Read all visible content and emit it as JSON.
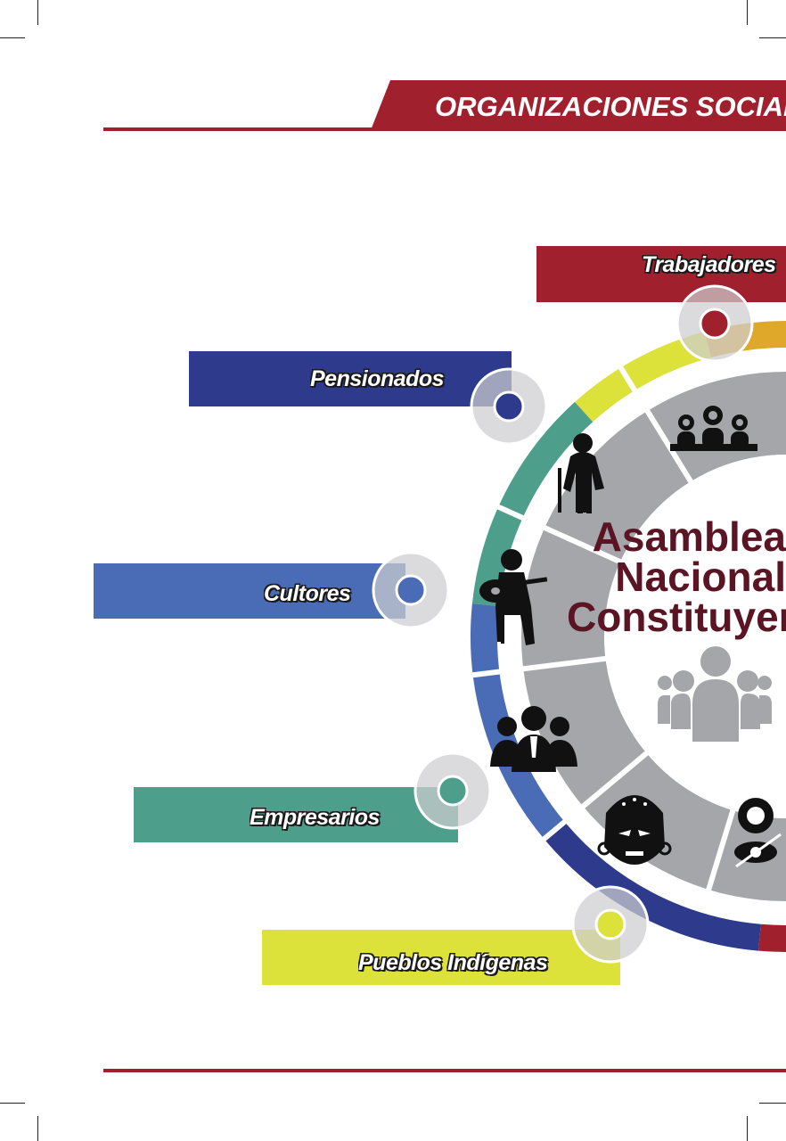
{
  "header": {
    "title": "ORGANIZACIONES SOCIALES"
  },
  "center": {
    "title_lines": [
      "Asamblea",
      "Nacional",
      "Constituyente"
    ]
  },
  "sectors": [
    {
      "label": "Trabajadores",
      "color": "#a0202e",
      "icon": "workers-gears-icon"
    },
    {
      "label": "Pensionados",
      "color": "#2e3a8c",
      "icon": "elderly-person-icon"
    },
    {
      "label": "Cultores",
      "color": "#4a6bb5",
      "icon": "guitar-player-icon"
    },
    {
      "label": "Empresarios",
      "color": "#4e9e8c",
      "icon": "business-people-icon"
    },
    {
      "label": "Pueblos Indígenas",
      "color": "#dde23a",
      "icon": "indigenous-mask-icon"
    }
  ],
  "extra_icons": [
    "disability-icon",
    "people-group-icon"
  ],
  "colors": {
    "ring_gray": "#a5a6aa",
    "ring_yellow_to_orange": "#e0a82a",
    "title_maroon": "#5a1424"
  }
}
